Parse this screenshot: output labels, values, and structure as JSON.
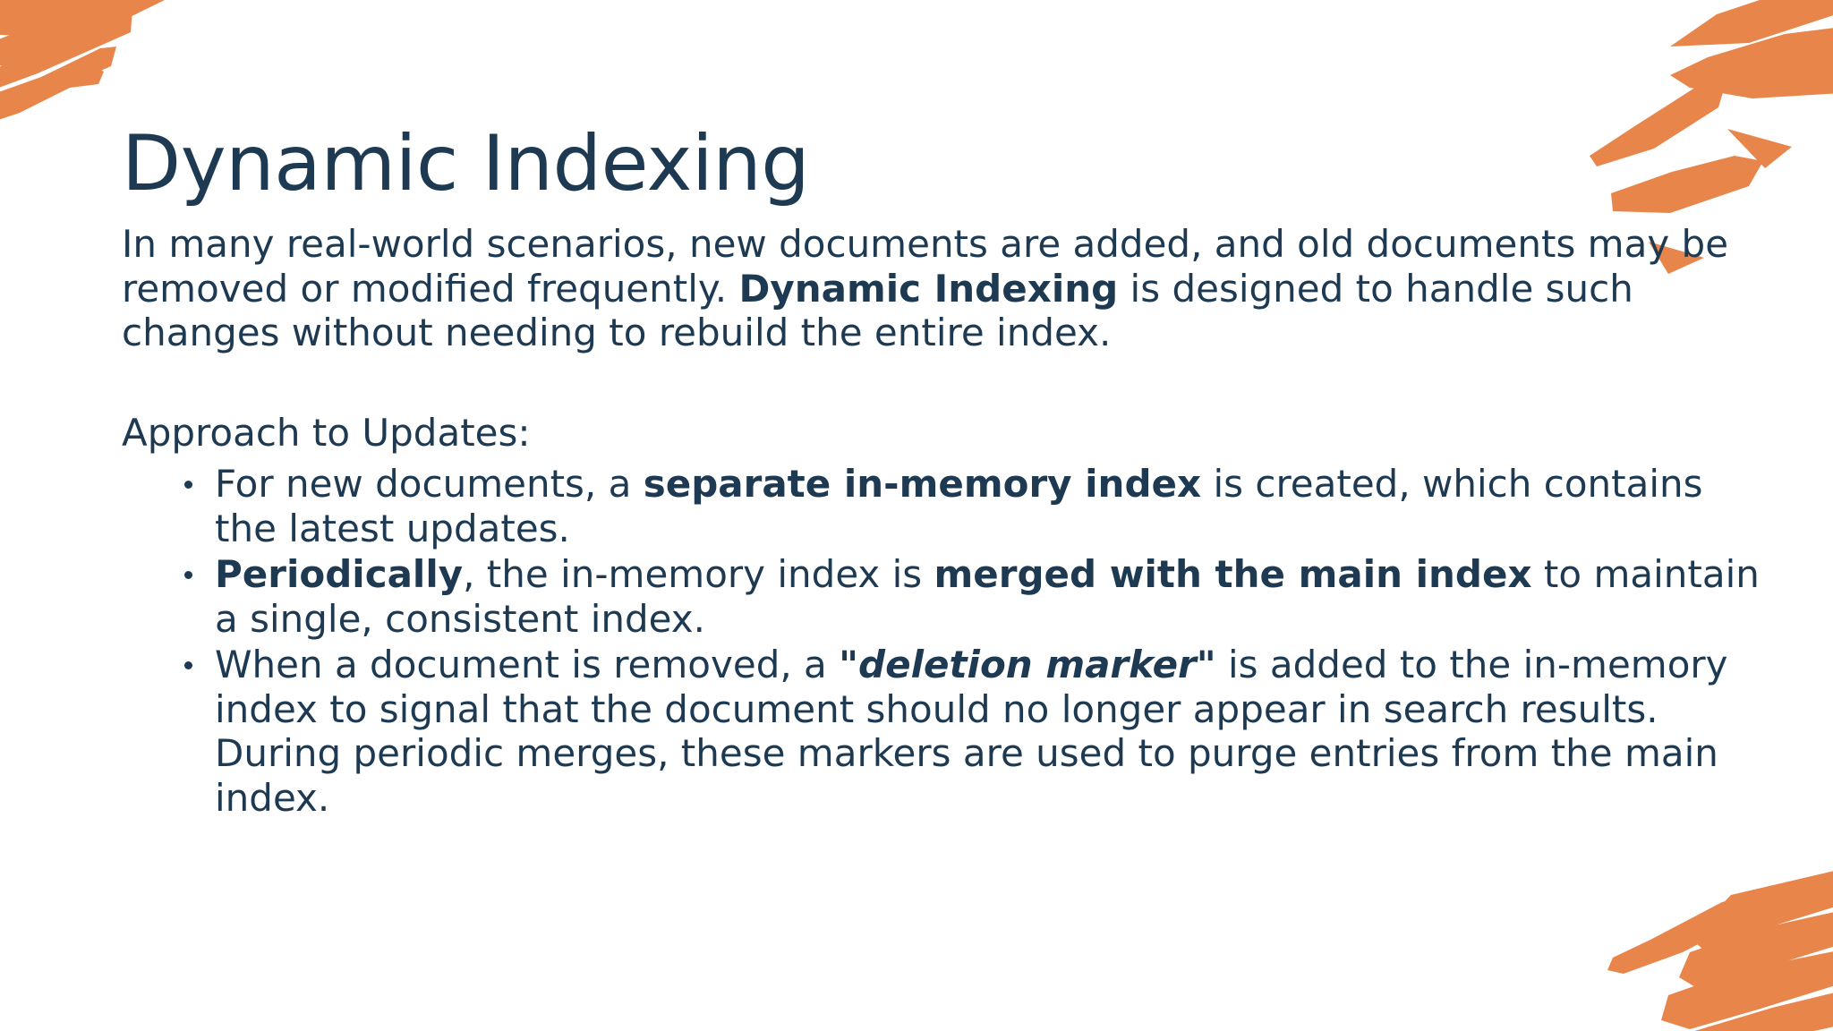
{
  "slide": {
    "title": "Dynamic Indexing",
    "background_color": "#ffffff",
    "text_color": "#1e3a52",
    "accent_color": "#e8854a"
  },
  "intro": {
    "part1": "In many real-world scenarios, new documents are added, and old documents may be removed or modified frequently. ",
    "bold": "Dynamic Indexing",
    "part2": " is designed to handle such changes without needing to rebuild the entire index."
  },
  "approach": {
    "label": "Approach to Updates:",
    "bullets": [
      {
        "part1": "For new documents, a ",
        "bold1": "separate in-memory index",
        "part2": " is created, which contains the latest updates."
      },
      {
        "bold1": "Periodically",
        "part1": ", the in-memory index is ",
        "bold2": "merged with the main index",
        "part2": " to maintain a single, consistent index."
      },
      {
        "part1": "When a document is removed, a ",
        "bolditalic": "\"deletion marker\"",
        "part2": " is added to the in-memory index to signal that the document should no longer appear in search results. During periodic merges, these markers are used to purge entries from the main index."
      }
    ]
  },
  "decorations": {
    "top_left": "orange-zigzag-brush-stroke",
    "top_right": "orange-diagonal-brush-strokes-with-arrows",
    "bottom_right": "orange-zigzag-brush-stroke"
  }
}
